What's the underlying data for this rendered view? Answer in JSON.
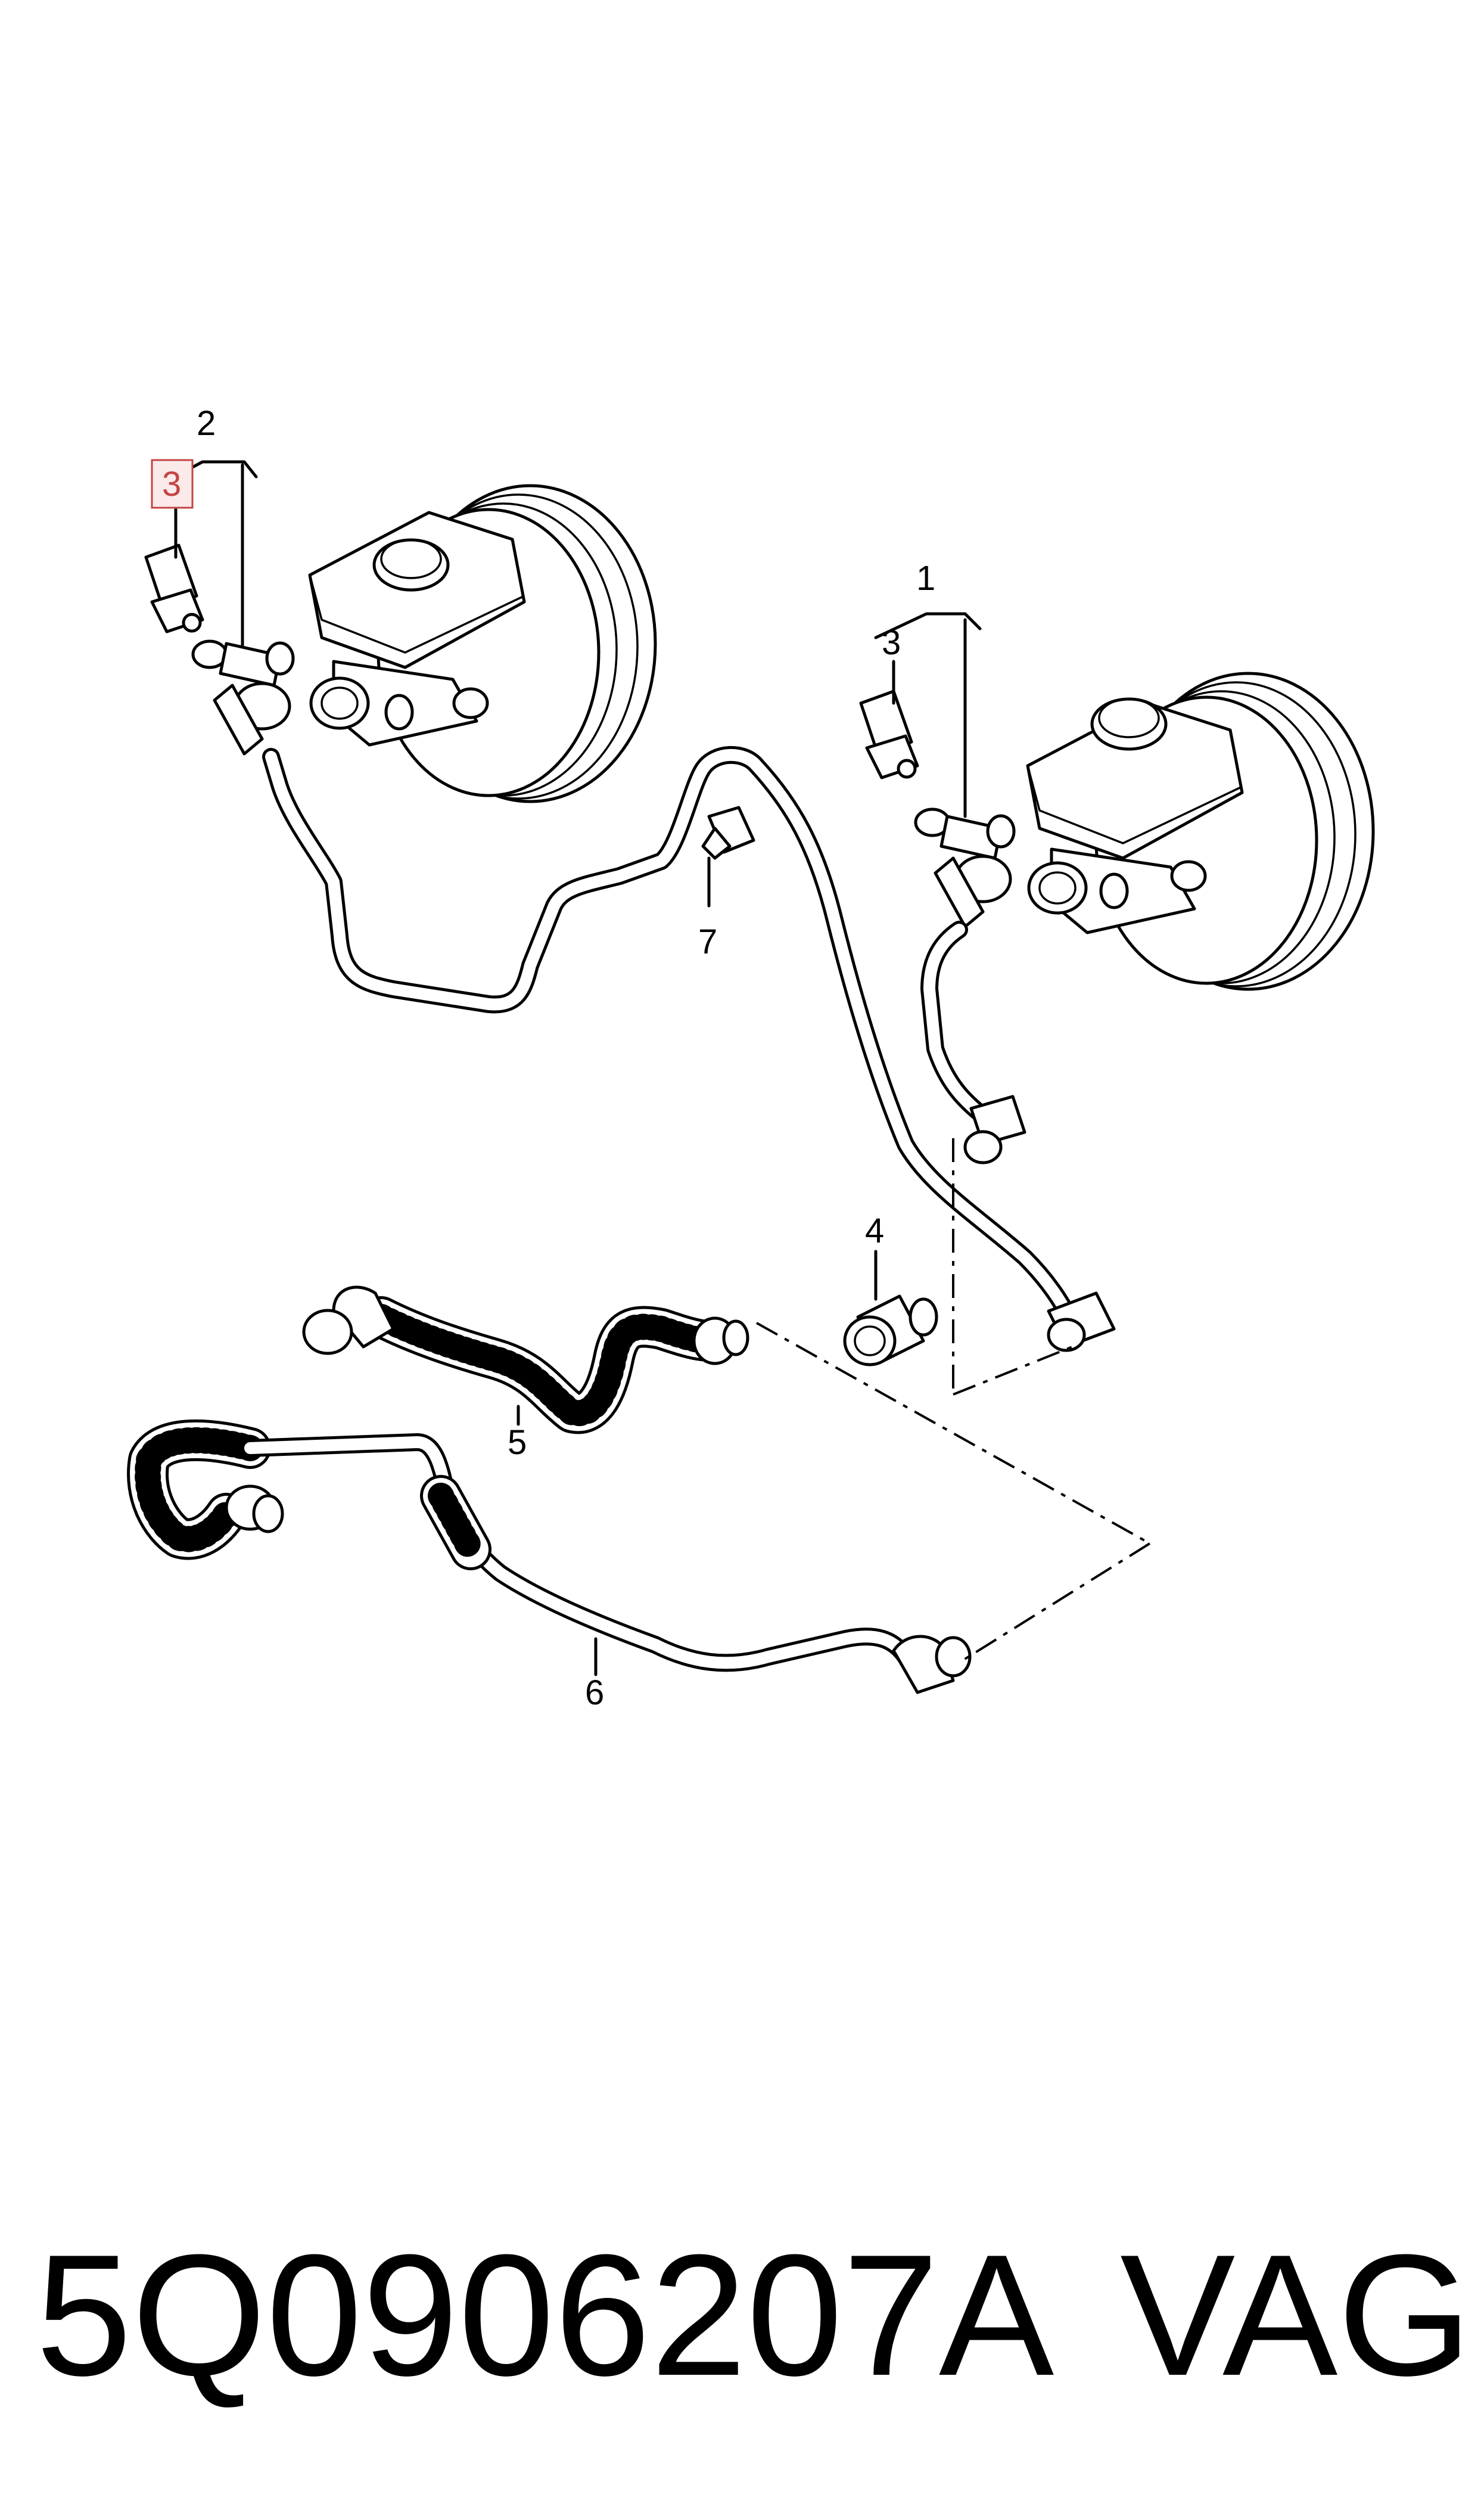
{
  "callouts": [
    {
      "id": "2",
      "label": "2"
    },
    {
      "id": "3a",
      "label": "3",
      "highlighted": true
    },
    {
      "id": "1",
      "label": "1"
    },
    {
      "id": "3b",
      "label": "3"
    },
    {
      "id": "7",
      "label": "7"
    },
    {
      "id": "4",
      "label": "4"
    },
    {
      "id": "5",
      "label": "5"
    },
    {
      "id": "6",
      "label": "6"
    }
  ],
  "footer": {
    "part_number": "5Q0906207A",
    "brand": "VAG"
  },
  "colors": {
    "highlight": "#c44444",
    "line": "#000000",
    "background": "#ffffff"
  }
}
